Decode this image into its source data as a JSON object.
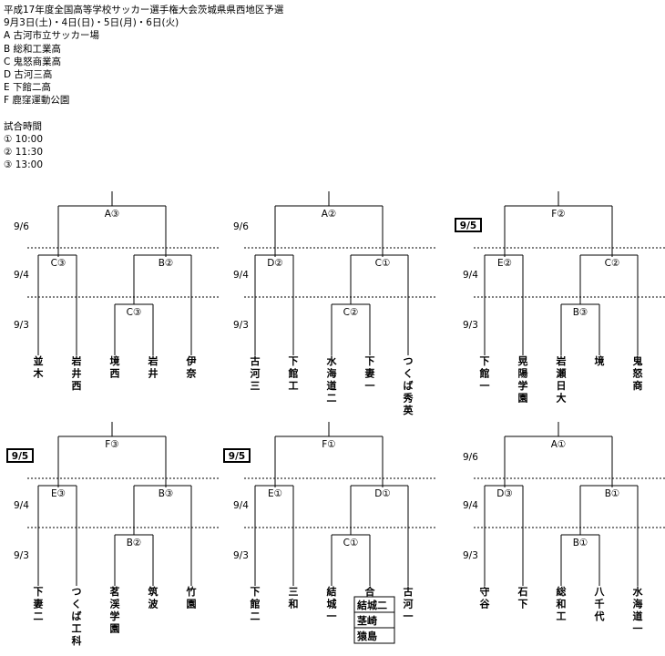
{
  "header": {
    "title": "平成17年度全国高等学校サッカー選手権大会茨城県県西地区予選",
    "dates": "9月3日(土)・4日(日)・5日(月)・6日(火)",
    "venues": [
      "A 古河市立サッカー場",
      "B 総和工業高",
      "C 鬼怒商業高",
      "D 古河三高",
      "E 下館二高",
      "F 鹿窪運動公園"
    ],
    "times_title": "試合時間",
    "times": [
      "① 10:00",
      "② 11:30",
      "③ 13:00"
    ]
  },
  "brackets": [
    {
      "round_labels": [
        "9/6",
        "9/4",
        "9/3"
      ],
      "date_badge": "",
      "final": "A③",
      "semis": [
        "C③",
        "B②"
      ],
      "first": [
        "C③"
      ],
      "teams": [
        "並木",
        "岩井西",
        "境西",
        "岩井",
        "伊奈"
      ],
      "extra_box": []
    },
    {
      "round_labels": [
        "9/6",
        "9/4",
        "9/3"
      ],
      "date_badge": "",
      "final": "A②",
      "semis": [
        "D②",
        "C①"
      ],
      "first": [
        "C②"
      ],
      "teams": [
        "古河三",
        "下館工",
        "水海道二",
        "下妻一",
        "つくば秀英"
      ],
      "extra_box": []
    },
    {
      "round_labels": [
        "",
        "9/4",
        "9/3"
      ],
      "date_badge": "9/5",
      "final": "F②",
      "semis": [
        "E②",
        "C②"
      ],
      "first": [
        "B③"
      ],
      "teams": [
        "下館一",
        "晃陽学園",
        "岩瀬日大",
        "境",
        "鬼怒商"
      ],
      "extra_box": []
    },
    {
      "round_labels": [
        "",
        "9/4",
        "9/3"
      ],
      "date_badge": "9/5",
      "final": "F③",
      "semis": [
        "E③",
        "B③"
      ],
      "first": [
        "B②"
      ],
      "teams": [
        "下妻二",
        "つくば工科",
        "茗渓学園",
        "筑波",
        "竹園"
      ],
      "extra_box": []
    },
    {
      "round_labels": [
        "",
        "9/4",
        "9/3"
      ],
      "date_badge": "9/5",
      "final": "F①",
      "semis": [
        "E①",
        "D①"
      ],
      "first": [
        "C①"
      ],
      "teams": [
        "下館二",
        "三和",
        "結城一",
        "合同",
        "古河一"
      ],
      "extra_box": [
        "結城二",
        "茎崎",
        "猿島"
      ]
    },
    {
      "round_labels": [
        "9/6",
        "9/4",
        "9/3"
      ],
      "date_badge": "",
      "final": "A①",
      "semis": [
        "D③",
        "B①"
      ],
      "first": [
        "B①"
      ],
      "teams": [
        "守谷",
        "石下",
        "総和工",
        "八千代",
        "水海道一"
      ],
      "extra_box": []
    }
  ]
}
